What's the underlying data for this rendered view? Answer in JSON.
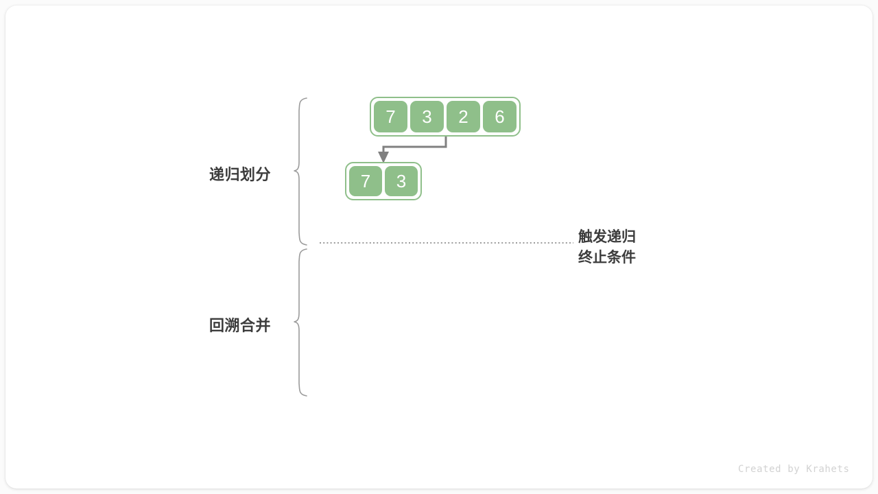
{
  "figure": {
    "title": "merge-sort-recursive-divide-and-merge",
    "background_color": "#ffffff",
    "card_color": "#ffffff",
    "accent_color": "#8fbf8a",
    "line_color": "#808080",
    "text_color": "#3c3c3c"
  },
  "stage_labels": {
    "divide": "递归划分",
    "merge": "回溯合并"
  },
  "annotation": {
    "terminate_line1": "触发递归",
    "terminate_line2": "终止条件"
  },
  "arrays": [
    {
      "id": "array-top",
      "values": [
        "7",
        "3",
        "2",
        "6"
      ]
    },
    {
      "id": "array-bottom",
      "values": [
        "7",
        "3"
      ]
    }
  ],
  "credit": "Created by Krahets"
}
